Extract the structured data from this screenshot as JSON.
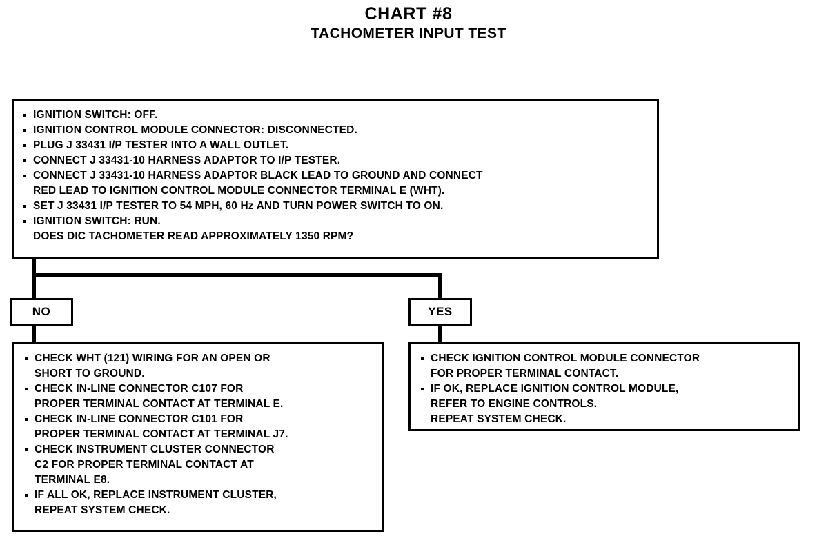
{
  "title": {
    "chart": "CHART #8",
    "subtitle": "TACHOMETER INPUT TEST"
  },
  "main_box": {
    "name": "test-conditions-box",
    "items": [
      {
        "lines": [
          "IGNITION SWITCH: OFF."
        ]
      },
      {
        "lines": [
          "IGNITION CONTROL MODULE CONNECTOR: DISCONNECTED."
        ]
      },
      {
        "lines": [
          "PLUG J 33431 I/P TESTER INTO A WALL OUTLET."
        ]
      },
      {
        "lines": [
          "CONNECT J 33431-10 HARNESS ADAPTOR TO I/P TESTER."
        ]
      },
      {
        "lines": [
          "CONNECT J 33431-10 HARNESS ADAPTOR BLACK LEAD TO GROUND AND CONNECT",
          "RED LEAD TO IGNITION CONTROL MODULE CONNECTOR TERMINAL E (WHT)."
        ]
      },
      {
        "lines": [
          "SET J 33431 I/P TESTER TO 54 MPH, 60 Hz AND TURN POWER SWITCH TO ON."
        ]
      },
      {
        "lines": [
          "IGNITION SWITCH: RUN.",
          "DOES DIC TACHOMETER READ APPROXIMATELY 1350 RPM?"
        ]
      }
    ]
  },
  "decisions": {
    "no": "NO",
    "yes": "YES"
  },
  "no_branch_box": {
    "name": "no-branch-actions-box",
    "items": [
      {
        "lines": [
          "CHECK WHT (121) WIRING FOR AN OPEN OR",
          "SHORT TO GROUND."
        ]
      },
      {
        "lines": [
          "CHECK IN-LINE CONNECTOR C107 FOR",
          "PROPER TERMINAL CONTACT AT TERMINAL E."
        ]
      },
      {
        "lines": [
          "CHECK IN-LINE CONNECTOR C101 FOR",
          "PROPER TERMINAL CONTACT AT TERMINAL J7."
        ]
      },
      {
        "lines": [
          "CHECK INSTRUMENT CLUSTER CONNECTOR",
          "C2 FOR PROPER TERMINAL CONTACT AT",
          "TERMINAL E8."
        ]
      },
      {
        "lines": [
          "IF ALL OK, REPLACE INSTRUMENT CLUSTER,",
          "REPEAT SYSTEM CHECK."
        ]
      }
    ]
  },
  "yes_branch_box": {
    "name": "yes-branch-actions-box",
    "items": [
      {
        "lines": [
          "CHECK IGNITION CONTROL MODULE CONNECTOR",
          "FOR PROPER TERMINAL CONTACT."
        ]
      },
      {
        "lines": [
          "IF OK, REPLACE IGNITION CONTROL MODULE,",
          "REFER TO ENGINE CONTROLS.",
          "REPEAT SYSTEM CHECK."
        ]
      }
    ]
  },
  "colors": {
    "ink": "#000000",
    "paper": "#ffffff"
  }
}
